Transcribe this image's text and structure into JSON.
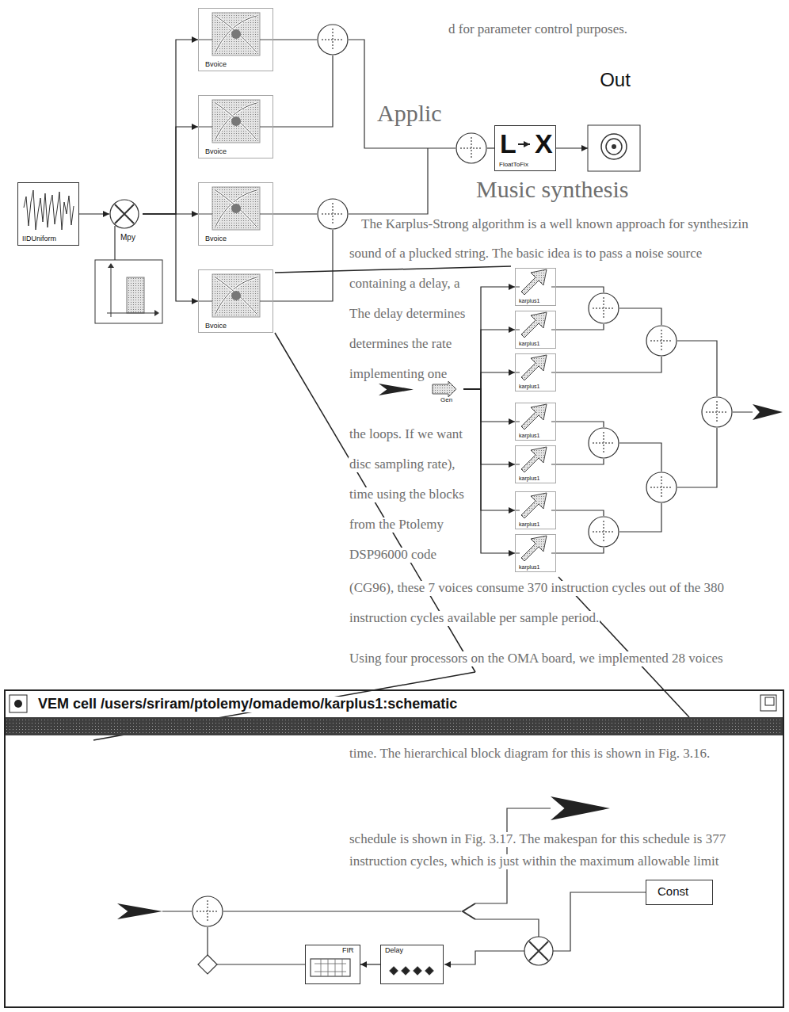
{
  "diagram": {
    "nodes": [
      {
        "text": [
          "Bvoice"
        ]
      },
      {
        "text": [
          "Bvoice"
        ]
      },
      {
        "text": [
          "L",
          "X",
          "FloatToFix"
        ]
      },
      {
        "text": [
          "Out"
        ]
      },
      {
        "text": [
          "IIDUniform"
        ]
      },
      {
        "text": [
          "Mpy"
        ]
      },
      {
        "text": [
          "Bvoice"
        ]
      },
      {
        "text": [
          "Bvoice"
        ]
      },
      {
        "text": [
          "karplus1"
        ]
      },
      {
        "text": [
          "karplus1"
        ]
      },
      {
        "text": [
          "karplus1"
        ]
      },
      {
        "text": [
          "karplus1"
        ]
      },
      {
        "text": [
          "karplus1"
        ]
      },
      {
        "text": [
          "karplus1"
        ]
      },
      {
        "text": [
          "karplus1"
        ]
      },
      {
        "text": [
          "Gen"
        ]
      },
      {
        "text": [
          "VEM cell /users/sriram/ptolemy/omademo/karplus1:schematic"
        ]
      },
      {
        "text": [
          "FIR"
        ],
        "in": 16
      },
      {
        "text": [
          "Delay"
        ],
        "in": 16
      },
      {
        "text": [
          "Const"
        ],
        "in": 16
      }
    ],
    "edges": [
      {
        "from": 4,
        "to": 5,
        "arrow": "to"
      },
      {
        "from": 5,
        "to": 0,
        "arrow": "to"
      },
      {
        "from": 5,
        "to": 1,
        "arrow": "to"
      },
      {
        "from": 5,
        "to": 6,
        "arrow": "to"
      },
      {
        "from": 5,
        "to": 7,
        "arrow": "to"
      },
      {
        "from": 2,
        "to": 3,
        "arrow": "to"
      },
      {
        "from": 15,
        "to": 8,
        "arrow": "to"
      },
      {
        "from": 15,
        "to": 9,
        "arrow": "to"
      },
      {
        "from": 15,
        "to": 10,
        "arrow": "to"
      },
      {
        "from": 15,
        "to": 11,
        "arrow": "to"
      },
      {
        "from": 15,
        "to": 12,
        "arrow": "to"
      },
      {
        "from": 15,
        "to": 13,
        "arrow": "to"
      },
      {
        "from": 15,
        "to": 14,
        "arrow": "to"
      },
      {
        "from": 18,
        "to": 17,
        "arrow": "to"
      }
    ],
    "labels": [
      "d for parameter control purposes.",
      "Applic",
      "Music synthesis",
      "The Karplus-Strong algorithm is a well known approach for synthesizin",
      "sound of a plucked string. The basic idea is to pass a noise source",
      "containing a delay, a",
      "The delay determines",
      "determines the rate",
      "implementing one",
      "the loops. If we want",
      "disc sampling rate),",
      "time using the blocks",
      "from the Ptolemy",
      "DSP96000 code",
      "(CG96), these 7 voices consume 370 instruction cycles out of the 380",
      "instruction cycles available per sample period.",
      "Using four processors on the OMA board, we implemented 28 voices",
      "time. The hierarchical block diagram for this is shown in Fig. 3.16.",
      "schedule is shown in Fig. 3.17. The makespan for this schedule is 377",
      "instruction cycles, which is just within the maximum allowable limit"
    ]
  }
}
